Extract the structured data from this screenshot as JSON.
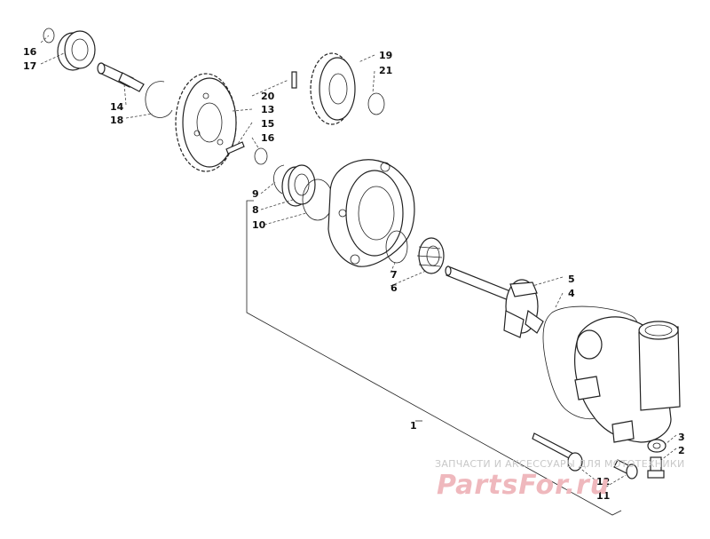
{
  "diagram": {
    "callouts": [
      {
        "id": "c16a",
        "text": "16"
      },
      {
        "id": "c17",
        "text": "17"
      },
      {
        "id": "c14",
        "text": "14"
      },
      {
        "id": "c18",
        "text": "18"
      },
      {
        "id": "c20",
        "text": "20"
      },
      {
        "id": "c13",
        "text": "13"
      },
      {
        "id": "c15",
        "text": "15"
      },
      {
        "id": "c16b",
        "text": "16"
      },
      {
        "id": "c19",
        "text": "19"
      },
      {
        "id": "c21",
        "text": "21"
      },
      {
        "id": "c9",
        "text": "9"
      },
      {
        "id": "c8",
        "text": "8"
      },
      {
        "id": "c10",
        "text": "10"
      },
      {
        "id": "c7",
        "text": "7"
      },
      {
        "id": "c6",
        "text": "6"
      },
      {
        "id": "c5",
        "text": "5"
      },
      {
        "id": "c4",
        "text": "4"
      },
      {
        "id": "c1",
        "text": "1"
      },
      {
        "id": "c3",
        "text": "3"
      },
      {
        "id": "c2",
        "text": "2"
      },
      {
        "id": "c12",
        "text": "12"
      },
      {
        "id": "c11",
        "text": "11"
      }
    ]
  },
  "watermark": {
    "tagline": "ЗАПЧАСТИ И АКСЕССУАРЫ ДЛЯ МОТОТЕХНИКИ",
    "brand": "PartsFor.ru"
  }
}
